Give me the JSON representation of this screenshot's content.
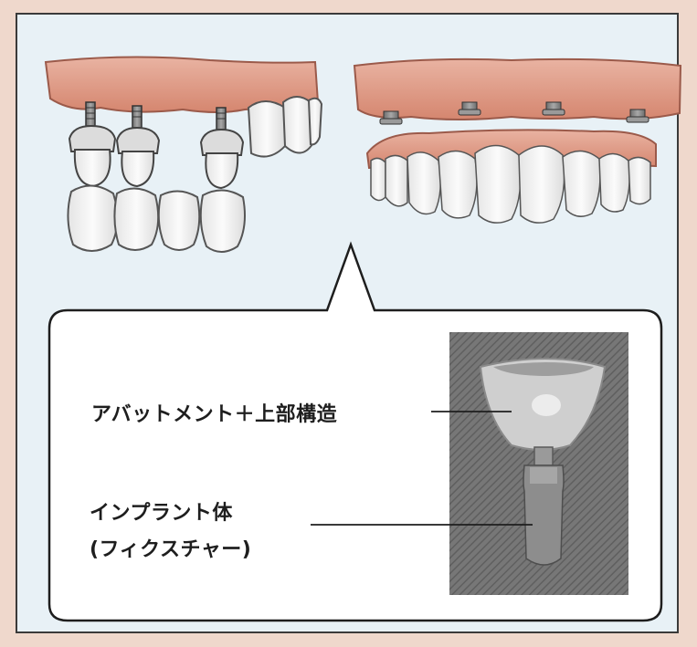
{
  "labels": {
    "abutment": "アバットメント＋上部構造",
    "implant_body": "インプラント体",
    "fixture": "(フィクスチャー)"
  },
  "colors": {
    "gum": "#de9a86",
    "gum_shadow": "#b86e5c",
    "tooth": "#f5f5f5",
    "metal": "#8c8c8c",
    "panel_bg": "#e8f1f6",
    "outline": "#3a3a3a"
  }
}
